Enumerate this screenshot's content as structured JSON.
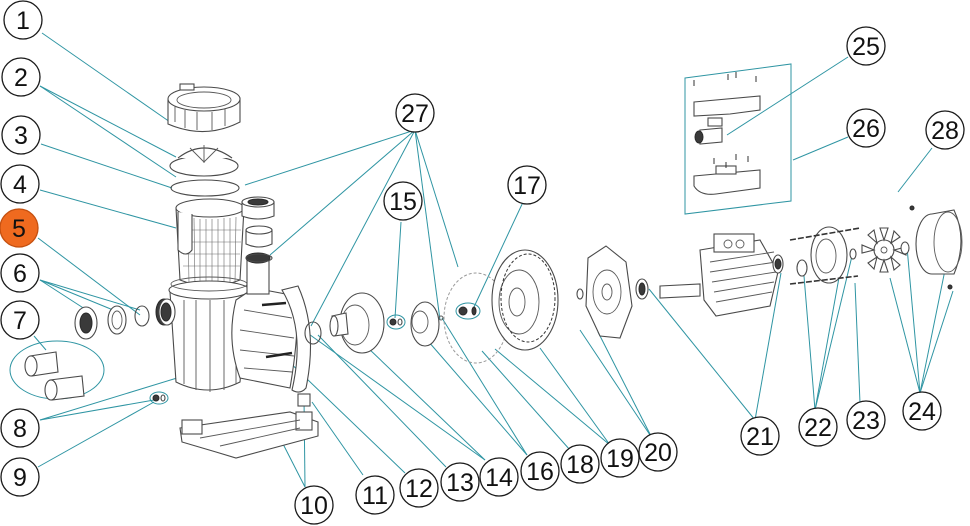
{
  "diagram": {
    "title": "",
    "type": "exploded-parts-view",
    "colors": {
      "leader": "#2f95a3",
      "callout_outline": "#1a1a1a",
      "highlight_fill": "#ef6a1f",
      "part_stroke": "#4a4a4a",
      "background": "#ffffff"
    },
    "highlighted_callout": "5",
    "callouts": [
      {
        "id": "1",
        "label": "1",
        "part": "strainer-lid-locking-ring"
      },
      {
        "id": "2",
        "label": "2",
        "part": "strainer-lid"
      },
      {
        "id": "3",
        "label": "3",
        "part": "lid-o-ring"
      },
      {
        "id": "4",
        "label": "4",
        "part": "strainer-basket"
      },
      {
        "id": "5",
        "label": "5",
        "part": "inlet-o-ring",
        "highlighted": true
      },
      {
        "id": "6",
        "label": "6",
        "part": "union-connector-set"
      },
      {
        "id": "7",
        "label": "7",
        "part": "hose-adapters"
      },
      {
        "id": "8",
        "label": "8",
        "part": "drain-plug"
      },
      {
        "id": "9",
        "label": "9",
        "part": "drain-plug-o-ring"
      },
      {
        "id": "10",
        "label": "10",
        "part": "pump-base"
      },
      {
        "id": "11",
        "label": "11",
        "part": "base-support"
      },
      {
        "id": "12",
        "label": "12",
        "part": "housing-bolt"
      },
      {
        "id": "13",
        "label": "13",
        "part": "diffuser-o-ring"
      },
      {
        "id": "14",
        "label": "14",
        "part": "diffuser"
      },
      {
        "id": "15",
        "label": "15",
        "part": "impeller-screw"
      },
      {
        "id": "16",
        "label": "16",
        "part": "impeller"
      },
      {
        "id": "17",
        "label": "17",
        "part": "mechanical-seal"
      },
      {
        "id": "18",
        "label": "18",
        "part": "seal-plate-gasket"
      },
      {
        "id": "19",
        "label": "19",
        "part": "seal-plate"
      },
      {
        "id": "20",
        "label": "20",
        "part": "motor-flange"
      },
      {
        "id": "21",
        "label": "21",
        "part": "front-bearing"
      },
      {
        "id": "22",
        "label": "22",
        "part": "rear-end-shield"
      },
      {
        "id": "23",
        "label": "23",
        "part": "tie-rod"
      },
      {
        "id": "24",
        "label": "24",
        "part": "fan-and-fan-cover"
      },
      {
        "id": "25",
        "label": "25",
        "part": "capacitor"
      },
      {
        "id": "26",
        "label": "26",
        "part": "terminal-box-kit"
      },
      {
        "id": "27",
        "label": "27",
        "part": "o-ring-kit"
      },
      {
        "id": "28",
        "label": "28",
        "part": "complete-motor"
      }
    ]
  }
}
